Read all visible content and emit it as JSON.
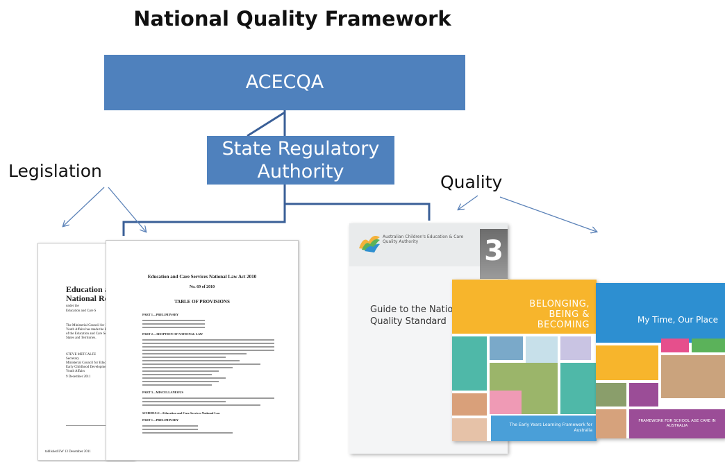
{
  "title": "National Quality  Framework",
  "boxes": {
    "top": "ACECQA",
    "middle_line1": "State Regulatory",
    "middle_line2": "Authority"
  },
  "labels": {
    "legislation": "Legislation",
    "quality": "Quality"
  },
  "colors": {
    "box_fill": "#4f81bd",
    "connector": "#3a5f97",
    "arrow": "#5b82b8"
  },
  "legislation_docs": {
    "back": {
      "title_line1": "Education an",
      "title_line2": "National Reg",
      "under": "under the",
      "under2": "Education and Care S",
      "para1": "The Ministerial Council for E",
      "para2": "Youth Affairs has made the R",
      "para3": "of the Education and Care Se",
      "para4": "States and Territories.",
      "sig1": "STEVE METCALFE",
      "sig2": "Secretary",
      "sig3": "Ministerial Council for Educ",
      "sig4": "Early Childhood Developme",
      "sig5": "Youth Affairs",
      "date": "9 December 2011",
      "footer": "tablished LW 13 December 2011"
    },
    "front": {
      "title": "Education and Care Services National Law Act 2010",
      "number": "No. 69 of 2010",
      "toc": "TABLE OF PROVISIONS",
      "part1": "PART 1—PRELIMINARY",
      "part2": "PART 2—ADOPTION OF NATIONAL LAW",
      "part3": "PART 3—MISCELLANEOUS",
      "schedule": "SCHEDULE—Education and Care Services National Law",
      "part1b": "PART 1—PRELIMINARY"
    }
  },
  "quality_docs": {
    "guide": {
      "number": "3",
      "org": "Australian Children's Education & Care Quality Authority",
      "title": "Guide to the National Quality Standard"
    },
    "ebl": {
      "title_line1": "BELONGING,",
      "title_line2": "BEING &",
      "title_line3": "BECOMING",
      "footer": "The Early Years Learning Framework for Australia"
    },
    "mytime": {
      "title": "My Time, Our Place",
      "footer": "FRAMEWORK FOR SCHOOL AGE CARE IN AUSTRALIA"
    }
  }
}
